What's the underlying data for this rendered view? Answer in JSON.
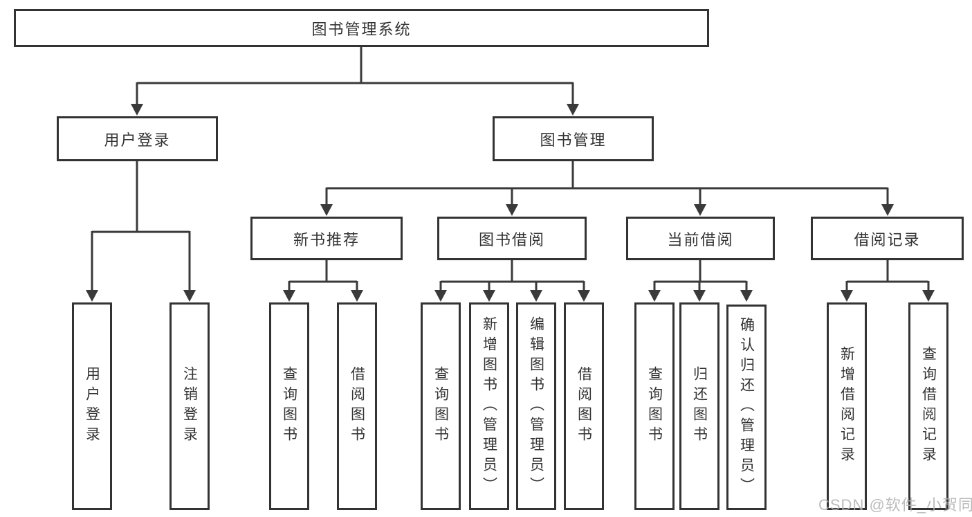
{
  "diagram": {
    "colors": {
      "line": "#3a3a3a",
      "box_border": "#333333",
      "box_fill": "#ffffff",
      "text": "#333333"
    },
    "nodes": {
      "root": {
        "label": "图书管理系统"
      },
      "user_login": {
        "label": "用户登录"
      },
      "book_management": {
        "label": "图书管理"
      },
      "new_book_recommend": {
        "label": "新书推荐"
      },
      "book_borrowing": {
        "label": "图书借阅"
      },
      "current_borrowing": {
        "label": "当前借阅"
      },
      "borrowing_records": {
        "label": "借阅记录"
      },
      "leaf_user_login": {
        "label": "用户登录"
      },
      "leaf_logout": {
        "label": "注销登录"
      },
      "leaf_query_book_recommend": {
        "label": "查询图书"
      },
      "leaf_borrow_book_recommend": {
        "label": "借阅图书"
      },
      "leaf_query_book_borrowing": {
        "label": "查询图书"
      },
      "leaf_add_book_admin": {
        "label": "新增图书（管理员）"
      },
      "leaf_edit_book_admin": {
        "label": "编辑图书（管理员）"
      },
      "leaf_borrow_book_borrowing": {
        "label": "借阅图书"
      },
      "leaf_query_book_current": {
        "label": "查询图书"
      },
      "leaf_return_book": {
        "label": "归还图书"
      },
      "leaf_confirm_return_admin": {
        "label": "确认归还（管理员）"
      },
      "leaf_add_borrow_record": {
        "label": "新增借阅记录"
      },
      "leaf_query_borrow_record": {
        "label": "查询借阅记录"
      }
    },
    "watermark": {
      "text": "CSDN @软件_小贺同学"
    }
  }
}
